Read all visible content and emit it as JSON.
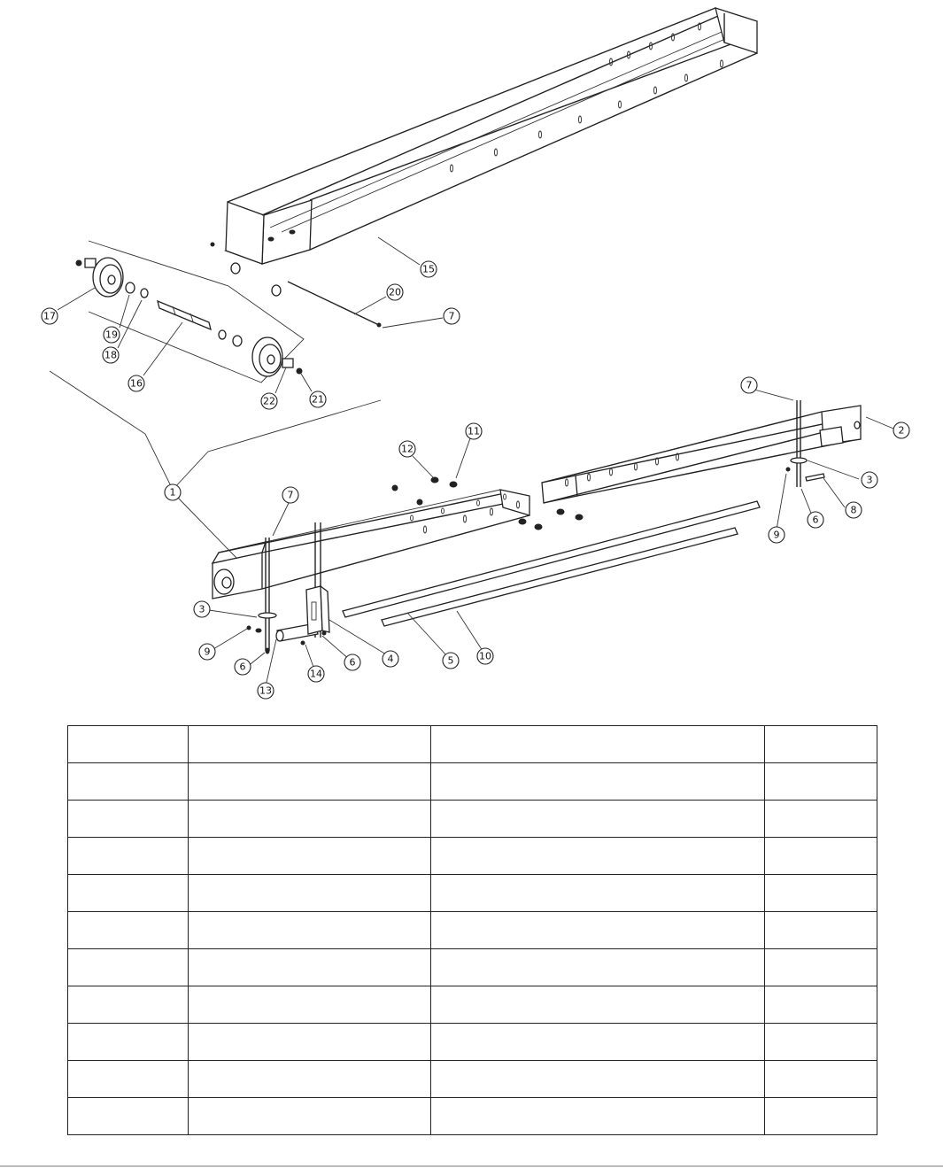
{
  "diagram": {
    "callouts": [
      {
        "label": "15"
      },
      {
        "label": "20"
      },
      {
        "label": "7"
      },
      {
        "label": "17"
      },
      {
        "label": "19"
      },
      {
        "label": "18"
      },
      {
        "label": "16"
      },
      {
        "label": "22"
      },
      {
        "label": "21"
      },
      {
        "label": "1"
      },
      {
        "label": "12"
      },
      {
        "label": "11"
      },
      {
        "label": "7"
      },
      {
        "label": "7"
      },
      {
        "label": "2"
      },
      {
        "label": "3"
      },
      {
        "label": "8"
      },
      {
        "label": "6"
      },
      {
        "label": "9"
      },
      {
        "label": "3"
      },
      {
        "label": "9"
      },
      {
        "label": "6"
      },
      {
        "label": "13"
      },
      {
        "label": "14"
      },
      {
        "label": "6"
      },
      {
        "label": "4"
      },
      {
        "label": "5"
      },
      {
        "label": "10"
      }
    ]
  },
  "parts_table": {
    "rows": [
      [
        "",
        "",
        "",
        ""
      ],
      [
        "",
        "",
        "",
        ""
      ],
      [
        "",
        "",
        "",
        ""
      ],
      [
        "",
        "",
        "",
        ""
      ],
      [
        "",
        "",
        "",
        ""
      ],
      [
        "",
        "",
        "",
        ""
      ],
      [
        "",
        "",
        "",
        ""
      ],
      [
        "",
        "",
        "",
        ""
      ],
      [
        "",
        "",
        "",
        ""
      ],
      [
        "",
        "",
        "",
        ""
      ],
      [
        "",
        "",
        "",
        ""
      ]
    ]
  }
}
